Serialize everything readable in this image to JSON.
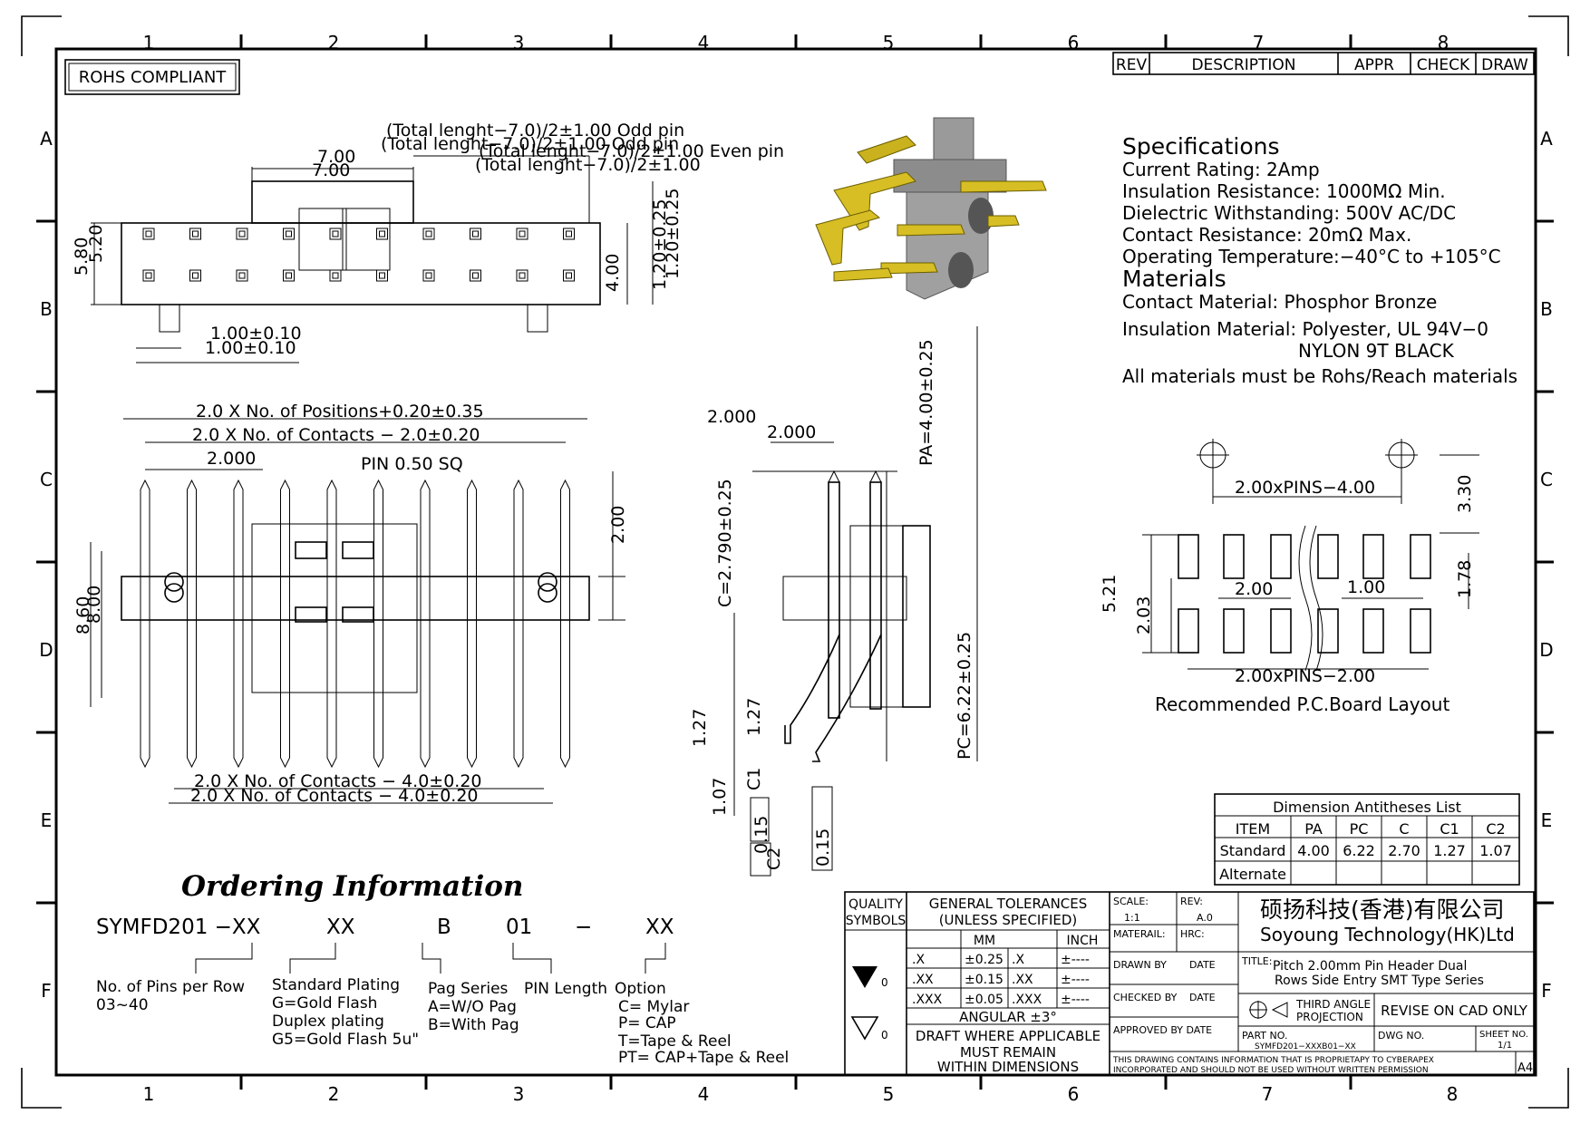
{
  "border": {
    "columns_top": [
      "1",
      "2",
      "3",
      "4",
      "5",
      "6",
      "7",
      "8"
    ],
    "columns_bottom": [
      "1",
      "2",
      "3",
      "4",
      "5",
      "6",
      "7",
      "8"
    ],
    "rows_left": [
      "A",
      "B",
      "C",
      "D",
      "E",
      "F"
    ],
    "rows_right": [
      "A",
      "B",
      "C",
      "D",
      "E",
      "F"
    ]
  },
  "rohs_label": "ROHS COMPLIANT",
  "revision_table": {
    "rev": "REV",
    "description": "DESCRIPTION",
    "appr": "APPR",
    "check": "CHECK",
    "draw": "DRAW"
  },
  "top_view": {
    "dim_top_1": "(Total lenght−7.0)/2±1.00   Odd pin",
    "dim_top_2": "(Total lenght−7.0)/2±1.00   Odd pin",
    "dim_top_3": "(Total lenght−7.0)/2±1.00   Even pin",
    "dim_top_4": "(Total lenght−7.0)/2±1.00",
    "dim_7_a": "7.00",
    "dim_7_b": "7.00",
    "dim_left_a": "5.80",
    "dim_left_b": "5.20",
    "dim_4": "4.00",
    "dim_right_a": "1.20±0.25",
    "dim_right_b": "1.20±0.25",
    "dim_bot_a": "1.00±0.10",
    "dim_bot_b": "1.00±0.10"
  },
  "front_view": {
    "dim_positions": "2.0 X No. of Positions+0.20±0.35",
    "dim_contacts_2": "2.0 X No. of Contacts − 2.0±0.20",
    "dim_pitch": "2.000",
    "pin_label": "PIN 0.50 SQ",
    "dim_2": "2.00",
    "dim_left_a": "8.60",
    "dim_left_b": "8.00",
    "dim_contacts_4a": "2.0 X No. of Contacts − 4.0±0.20",
    "dim_contacts_4b": "2.0 X No. of Contacts − 4.0±0.20"
  },
  "side_view": {
    "dim_2000_a": "2.000",
    "dim_2000_b": "2.000",
    "dim_pa": "PA=4.00±0.25",
    "dim_c": "C=2.790±0.25",
    "dim_pc": "PC=6.22±0.25",
    "dim_127_a": "1.27",
    "dim_127_b": "1.27",
    "dim_c1": "C1",
    "dim_107": "1.07",
    "dim_c2": "C2",
    "dim_015_a": "0.15",
    "dim_015_b": "0.15"
  },
  "specifications": {
    "heading": "Specifications",
    "lines": [
      "Current Rating:   2Amp",
      "Insulation Resistance: 1000MΩ Min.",
      "Dielectric Withstanding:   500V AC/DC",
      "Contact Resistance:   20mΩ Max.",
      "Operating Temperature:−40°C to +105°C"
    ],
    "materials_heading": "Materials",
    "materials": [
      "Contact Material: Phosphor Bronze",
      "Insulation Material: Polyester, UL 94V−0",
      "NYLON 9T BLACK",
      "All materials must be Rohs/Reach materials"
    ]
  },
  "pcb_layout": {
    "dim_top": "2.00xPINS−4.00",
    "dim_330": "3.30",
    "dim_521": "5.21",
    "dim_203": "2.03",
    "dim_200": "2.00",
    "dim_100": "1.00",
    "dim_178": "1.78",
    "dim_bottom": "2.00xPINS−2.00",
    "caption": "Recommended P.C.Board Layout"
  },
  "antitheses_table": {
    "title": "Dimension Antitheses List",
    "headers": [
      "ITEM",
      "PA",
      "PC",
      "C",
      "C1",
      "C2"
    ],
    "rows": [
      [
        "Standard",
        "4.00",
        "6.22",
        "2.70",
        "1.27",
        "1.07"
      ],
      [
        "Alternate",
        "",
        "",
        "",
        "",
        ""
      ]
    ]
  },
  "ordering": {
    "title": "Ordering Information",
    "code_parts": [
      "SYMFD201 −XX",
      "XX",
      "B",
      "01",
      "−",
      "XX"
    ],
    "pins_desc": [
      "No. of Pins per Row",
      "03~40"
    ],
    "plating_desc": [
      "Standard Plating",
      "G=Gold Flash",
      "Duplex plating",
      "G5=Gold Flash 5u\""
    ],
    "pag_desc": [
      "Pag Series",
      "A=W/O Pag",
      "B=With Pag"
    ],
    "pinlen_desc": "PIN Length",
    "option_desc": [
      "Option",
      "C= Mylar",
      "P= CAP",
      "T=Tape & Reel",
      "PT= CAP+Tape & Reel"
    ]
  },
  "title_block": {
    "quality": "QUALITY",
    "symbols": "SYMBOLS",
    "sym_1": "0",
    "sym_2": "0",
    "general_tol": "GENERAL TOLERANCES",
    "unless": "(UNLESS SPECIFIED)",
    "mm": "MM",
    "inch": "INCH",
    "tol_rows": [
      [
        ".X",
        "±0.25",
        ".X",
        "±----"
      ],
      [
        ".XX",
        "±0.15",
        ".XX",
        "±----"
      ],
      [
        ".XXX",
        "±0.05",
        ".XXX",
        "±----"
      ]
    ],
    "angular": "ANGULAR ±3°",
    "draft_1": "DRAFT WHERE APPLICABLE",
    "draft_2": "MUST REMAIN",
    "draft_3": "WITHIN DIMENSIONS",
    "scale_label": "SCALE:",
    "scale_value": "1:1",
    "rev_label": "REV:",
    "rev_value": "A.0",
    "material_label": "MATERAIL:",
    "hrc_label": "HRC:",
    "drawn_by": "DRAWN BY",
    "date_1": "DATE",
    "checked_by": "CHECKED BY",
    "date_2": "DATE",
    "approved_by": "APPROVED BY DATE",
    "company_cn": "硕扬科技(香港)有限公司",
    "company_en": "Soyoung Technology(HK)Ltd",
    "title_label": "TITLE:",
    "title_1": "Pitch 2.00mm Pin Header Dual",
    "title_2": "Rows Side Entry SMT Type Series",
    "projection_1": "THIRD ANGLE",
    "projection_2": "PROJECTION",
    "revise": "REVISE ON CAD ONLY",
    "part_no_label": "PART NO.",
    "part_no": "SYMFD201−XXXB01−XX",
    "dwg_no": "DWG NO.",
    "sheet_label": "SHEET NO.",
    "sheet_value": "1/1",
    "notice_1": "THIS DRAWING CONTAINS INFORMATION THAT IS PROPRIETAPY TO CYBERAPEX",
    "notice_2": "INCORPORATED AND SHOULD NOT BE USED WITHOUT WRITTEN PERMISSION",
    "size": "A4"
  }
}
